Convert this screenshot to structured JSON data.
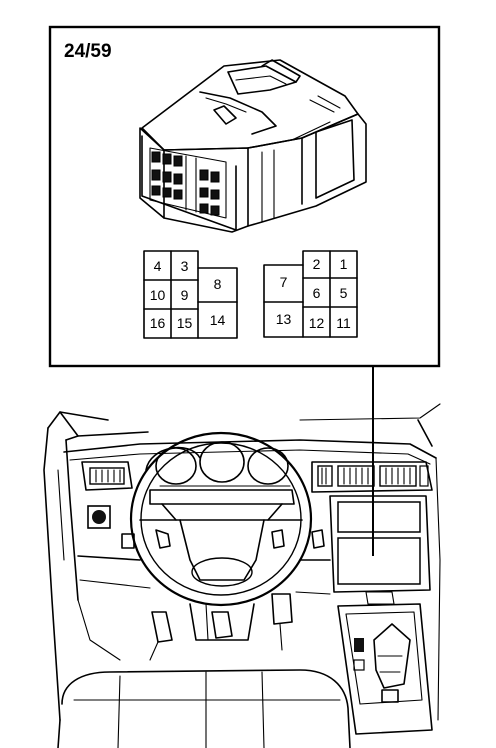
{
  "diagram": {
    "connector_id": "24/59",
    "pin_blocks": {
      "left": {
        "cells": [
          {
            "label": "4"
          },
          {
            "label": "3"
          },
          {
            "label": "8"
          },
          {
            "label": "10"
          },
          {
            "label": "9"
          },
          {
            "label": "16"
          },
          {
            "label": "15"
          },
          {
            "label": "14"
          }
        ]
      },
      "right": {
        "cells": [
          {
            "label": "2"
          },
          {
            "label": "1"
          },
          {
            "label": "7"
          },
          {
            "label": "6"
          },
          {
            "label": "5"
          },
          {
            "label": "13"
          },
          {
            "label": "12"
          },
          {
            "label": "11"
          }
        ]
      }
    }
  }
}
